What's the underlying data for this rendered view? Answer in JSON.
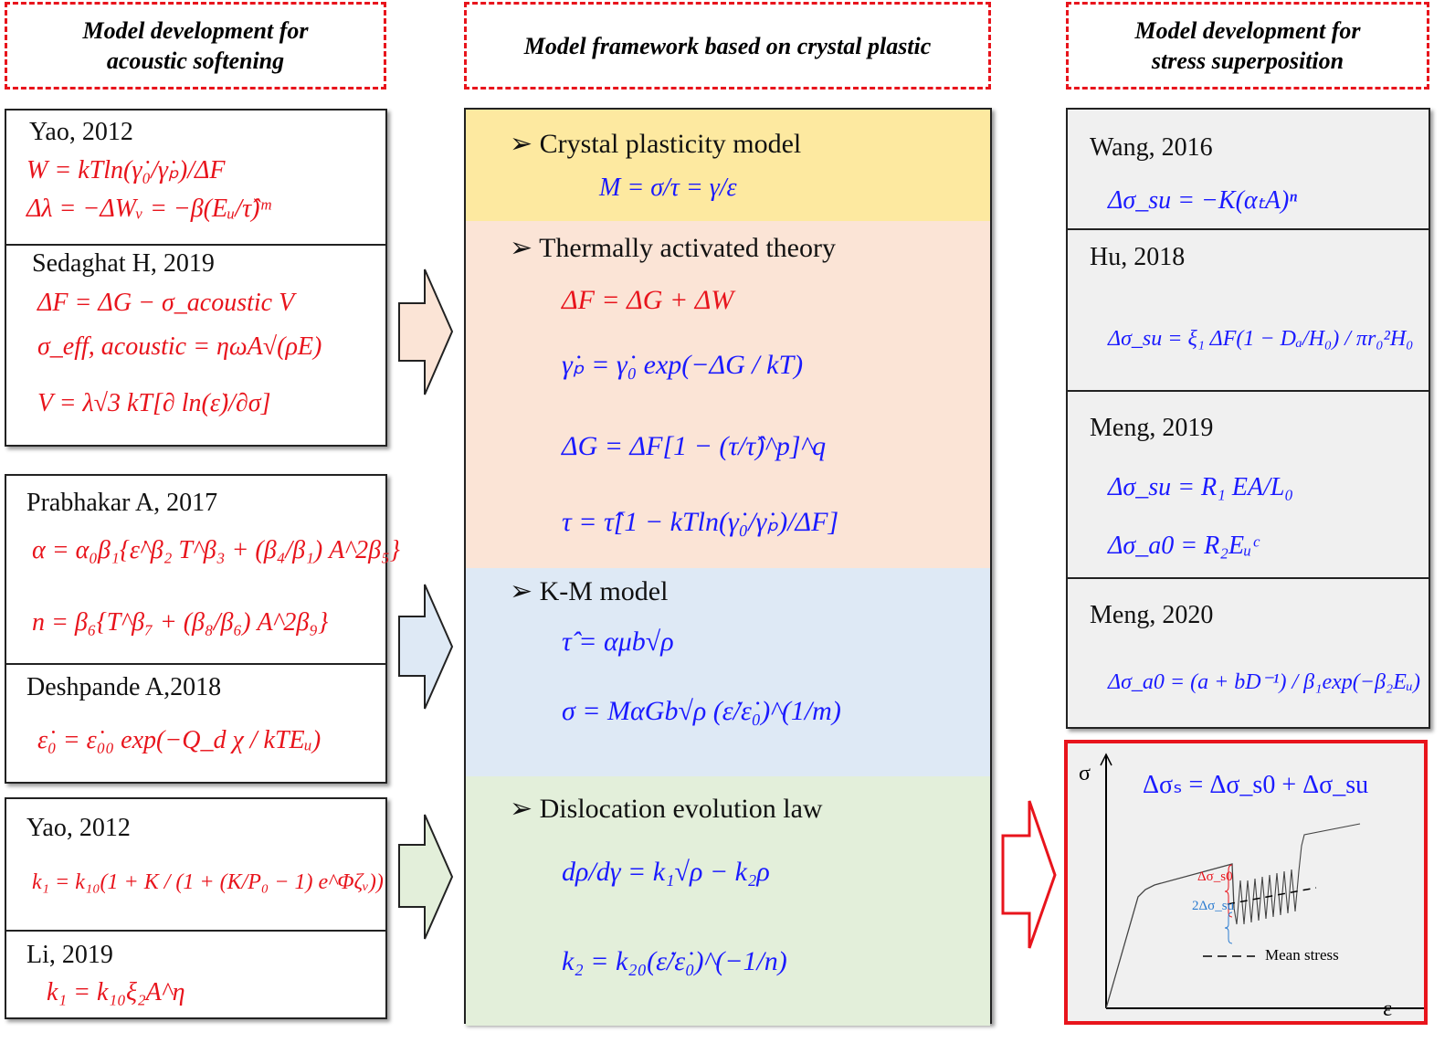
{
  "headers": {
    "left": "Model development for acoustic softening",
    "middle": "Model framework based on crystal plastic",
    "right": "Model development for stress superposition"
  },
  "left": {
    "box1": {
      "cite1": "Yao, 2012",
      "eq1": "W = kTln(γ̇₀/γ̇ₚ)/ΔF",
      "eq2": "Δλ = −ΔWᵥ = −β(Eᵤ/τ̂)ᵐ",
      "cite2": "Sedaghat H, 2019",
      "eq3": "ΔF = ΔG − σ_acoustic V",
      "eq4": "σ_eff, acoustic = ηωA√(ρE)",
      "eq5": "V = λ√3 kT[∂ ln(ε̇)/∂σ]"
    },
    "box2": {
      "cite1": "Prabhakar A, 2017",
      "eq1": "α = α₀β₁{ε̇^β₂ T^β₃ + (β₄/β₁) A^2β₅}",
      "eq2": "n = β₆{T^β₇ + (β₈/β₆) A^2β₉}",
      "cite2": "Deshpande A,2018",
      "eq3": "ε̇₀ = ε̇₀₀ exp(−Q_d χ / kTEᵤ)"
    },
    "box3": {
      "cite1": "Yao, 2012",
      "eq1": "k₁ = k₁₀(1 + K / (1 + (K/P₀ − 1) e^Φζᵥ))",
      "cite2": "Li, 2019",
      "eq2": "k₁ = k₁₀ξ₂A^η"
    }
  },
  "middle": {
    "sections": [
      {
        "title": "Crystal plasticity model",
        "color": "#fde9a0",
        "eqs": [
          "M = σ/τ = γ/ε"
        ]
      },
      {
        "title": "Thermally activated theory",
        "color": "#fbe4d6",
        "eqs": [
          "ΔF = ΔG + ΔW",
          "γ̇ₚ = γ̇₀ exp(−ΔG / kT)",
          "ΔG = ΔF[1 − (τ/τ̂)^p]^q",
          "τ = τ̂[1 − kTln(γ̇₀/γ̇ₚ)/ΔF]"
        ]
      },
      {
        "title": "K-M model",
        "color": "#dee9f5",
        "eqs": [
          "τ̂ = αμb√ρ",
          "σ = MαGb√ρ (ε̇/ε̇₀)^(1/m)"
        ]
      },
      {
        "title": "Dislocation evolution law",
        "color": "#e3efda",
        "eqs": [
          "dρ/dγ = k₁√ρ − k₂ρ",
          "k₂ = k₂₀(ε̇/ε̇₀)^(−1/n)"
        ]
      }
    ],
    "bullet": "➢"
  },
  "right": {
    "items": [
      {
        "cite": "Wang, 2016",
        "eqs": [
          "Δσ_su = −K(αₜA)ⁿ"
        ]
      },
      {
        "cite": "Hu, 2018",
        "eqs": [
          "Δσ_su = ξ₁ ΔF(1 − Dₐ/H₀) / πr₀²H₀"
        ]
      },
      {
        "cite": "Meng, 2019",
        "eqs": [
          "Δσ_su = R₁ EA/L₀",
          "Δσ_a0 = R₂Eᵤᶜ"
        ]
      },
      {
        "cite": "Meng, 2020",
        "eqs": [
          "Δσ_a0 = (a + bD⁻¹) / β₁exp(−β₂Eᵤ)"
        ]
      }
    ],
    "plot": {
      "equation": "Δσₛ = Δσ_s0 + Δσ_su",
      "y_axis": "σ",
      "x_axis": "ε",
      "label_s0": "Δσ_s0",
      "label_su": "2Δσ_su",
      "legend": "Mean stress"
    }
  },
  "colors": {
    "red": "#e8141c",
    "blue": "#1a1aff"
  }
}
